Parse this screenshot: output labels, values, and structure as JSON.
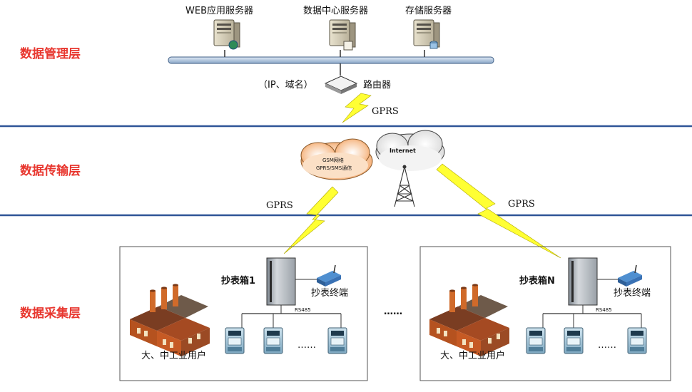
{
  "layers": {
    "management": "数据管理层",
    "transmission": "数据传输层",
    "collection": "数据采集层"
  },
  "servers": {
    "web": "WEB应用服务器",
    "datacenter": "数据中心服务器",
    "storage": "存储服务器"
  },
  "router": {
    "prefix": "（IP、域名）",
    "label": "路由器"
  },
  "links": {
    "gprs_top": "GPRS",
    "gprs_left": "GPRS",
    "gprs_right": "GPRS"
  },
  "clouds": {
    "gsm_line1": "GSM网络",
    "gsm_line2": "GPRS/SMS通信",
    "internet": "Internet"
  },
  "sites": [
    {
      "box_label": "抄表箱1",
      "terminal_label": "抄表终端",
      "bus_label": "RS485",
      "meters_ellipsis": "……",
      "user_label": "大、中工业用户"
    },
    {
      "box_label": "抄表箱N",
      "terminal_label": "抄表终端",
      "bus_label": "RS485",
      "meters_ellipsis": "……",
      "user_label": "大、中工业用户"
    }
  ],
  "between_sites": "……",
  "colors": {
    "layer_text": "#e8372f",
    "separator": "#2f5597",
    "lightning": "#ffff33"
  }
}
